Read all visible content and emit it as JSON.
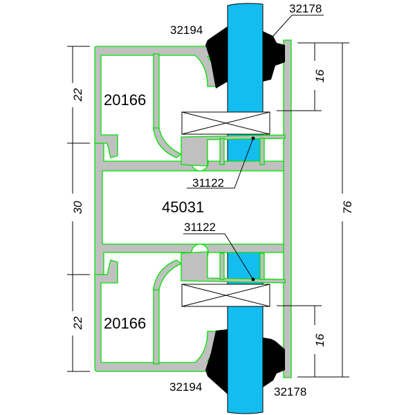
{
  "parts": {
    "gasket_outer_top": "32194",
    "gasket_inner_top": "32178",
    "sash_top": "20166",
    "block_top": "31122",
    "frame": "45031",
    "block_bottom": "31122",
    "sash_bottom": "20166",
    "gasket_outer_bottom": "32194",
    "gasket_inner_bottom": "32178"
  },
  "dimensions": {
    "left_top": "22",
    "left_middle": "30",
    "left_bottom": "22",
    "right_top": "16",
    "right_bottom": "16",
    "right_total": "76"
  },
  "colors": {
    "aluminium": "#c0c0c0",
    "outline": "#00e000",
    "glass": "#14bdf0",
    "gasket": "#000000"
  }
}
